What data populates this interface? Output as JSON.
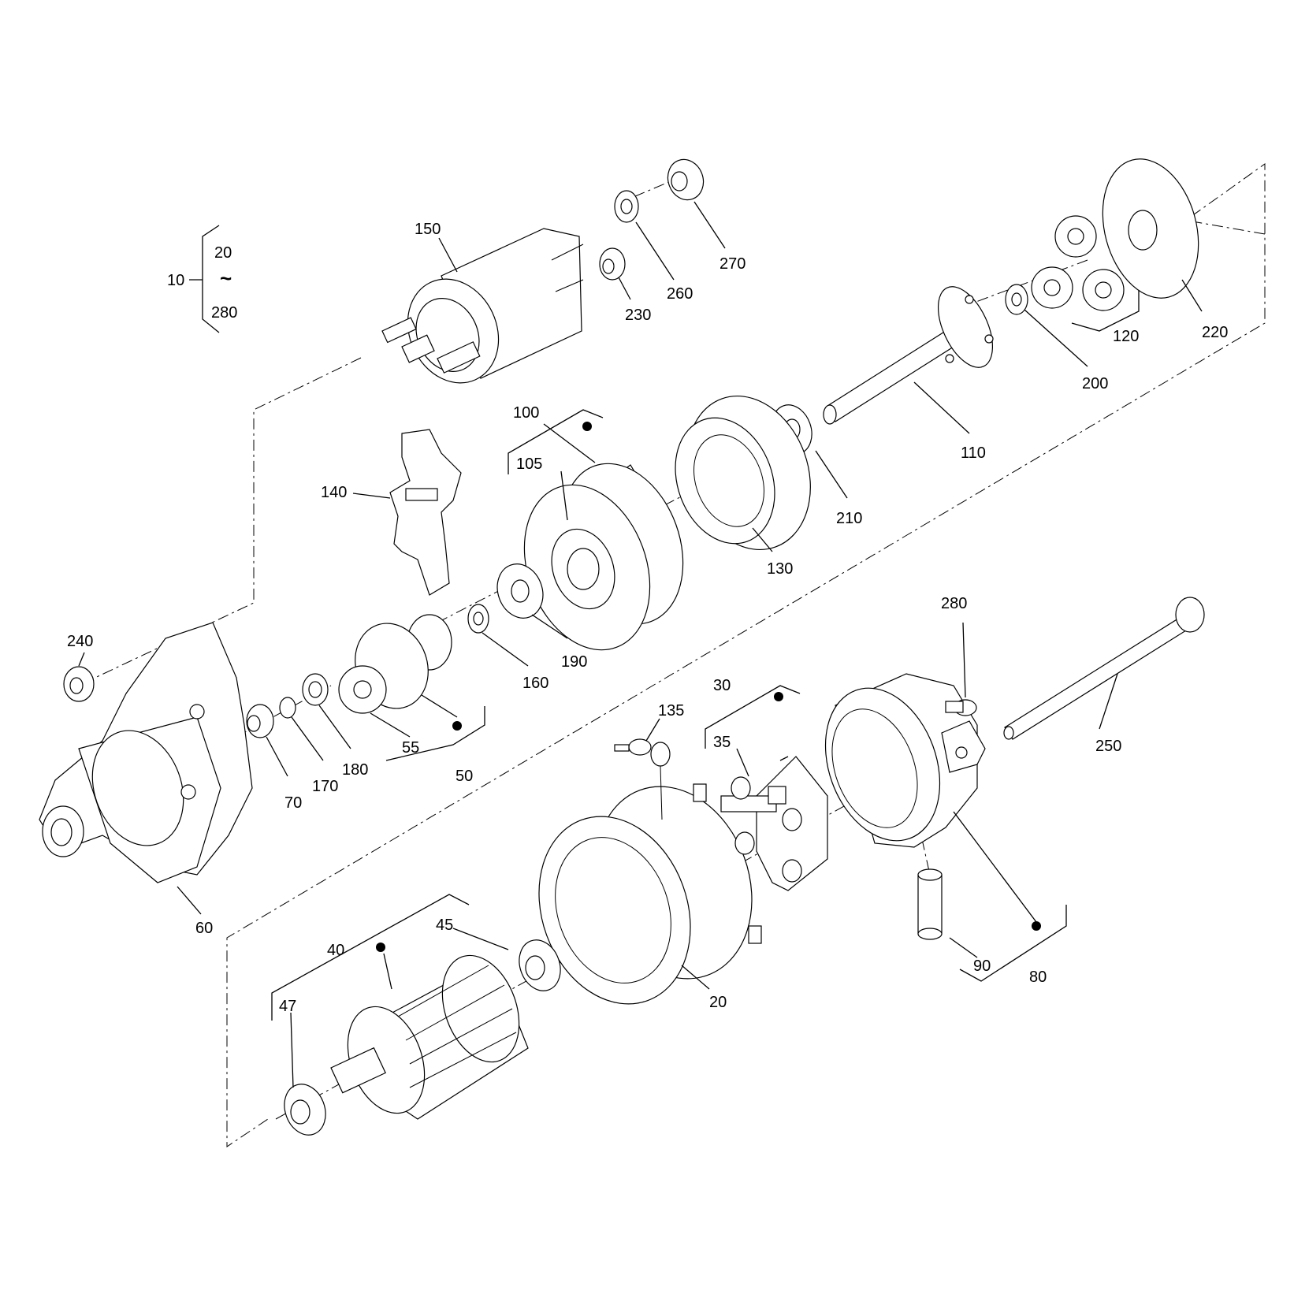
{
  "callouts": {
    "c10": "10",
    "c20_range": "20",
    "c280_range": "280",
    "range_sep": "~",
    "c150": "150",
    "c270": "270",
    "c260": "260",
    "c230": "230",
    "c220": "220",
    "c120": "120",
    "c200": "200",
    "c110": "110",
    "c100": "100",
    "c105": "105",
    "c140": "140",
    "c130": "130",
    "c210": "210",
    "c190": "190",
    "c160": "160",
    "c240": "240",
    "c55": "55",
    "c50": "50",
    "c70": "70",
    "c170": "170",
    "c180": "180",
    "c60": "60",
    "c280": "280",
    "c250": "250",
    "c30": "30",
    "c35": "35",
    "c135": "135",
    "c90": "90",
    "c80": "80",
    "c40": "40",
    "c45": "45",
    "c47": "47",
    "c20": "20"
  }
}
